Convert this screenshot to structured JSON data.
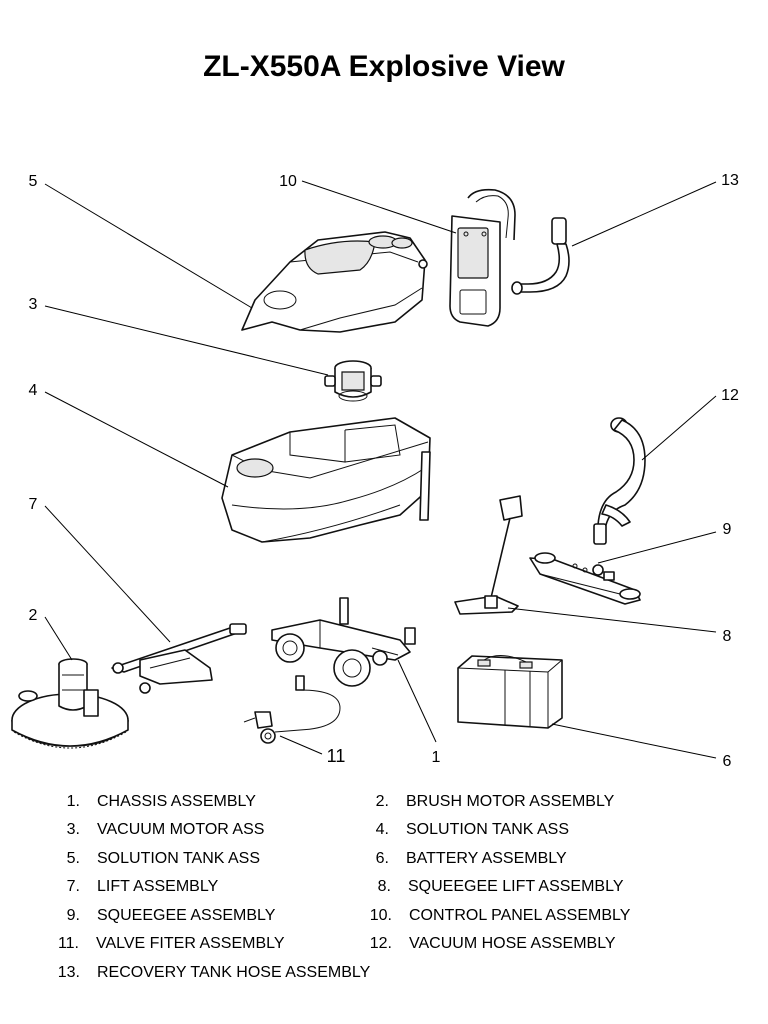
{
  "title": "ZL-X550A Explosive View",
  "callouts": [
    "1",
    "2",
    "3",
    "4",
    "5",
    "6",
    "7",
    "8",
    "9",
    "10",
    "11",
    "12",
    "13"
  ],
  "legend": [
    {
      "num": "1.",
      "label": "CHASSIS ASSEMBLY"
    },
    {
      "num": "2.",
      "label": "BRUSH MOTOR ASSEMBLY"
    },
    {
      "num": "3.",
      "label": "VACUUM MOTOR ASS"
    },
    {
      "num": "4.",
      "label": "SOLUTION TANK ASS"
    },
    {
      "num": "5.",
      "label": "SOLUTION TANK ASS"
    },
    {
      "num": "6.",
      "label": "BATTERY ASSEMBLY"
    },
    {
      "num": "7.",
      "label": "LIFT ASSEMBLY"
    },
    {
      "num": "8.",
      "label": "SQUEEGEE LIFT ASSEMBLY"
    },
    {
      "num": "9.",
      "label": "SQUEEGEE ASSEMBLY"
    },
    {
      "num": "10.",
      "label": "CONTROL PANEL ASSEMBLY"
    },
    {
      "num": "11.",
      "label": "VALVE FITER ASSEMBLY"
    },
    {
      "num": "12.",
      "label": "VACUUM HOSE ASSEMBLY"
    },
    {
      "num": "13.",
      "label": "RECOVERY TANK HOSE ASSEMBLY"
    }
  ]
}
